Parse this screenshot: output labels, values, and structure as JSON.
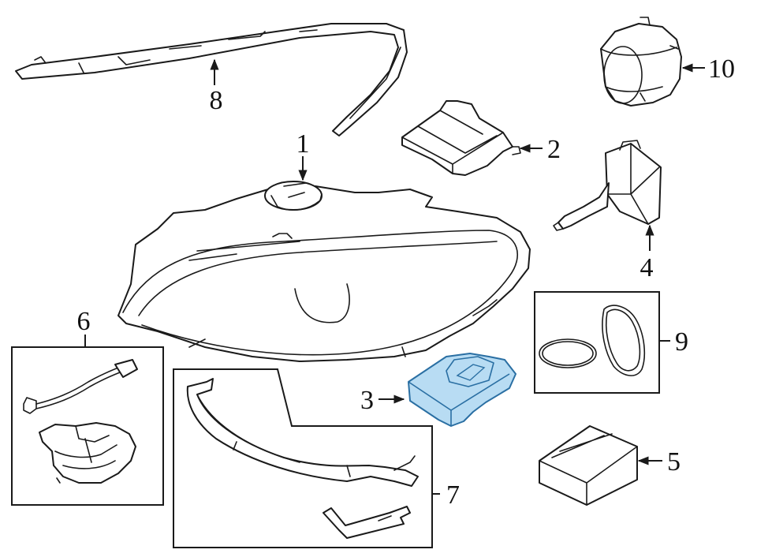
{
  "callouts": [
    {
      "id": "1",
      "label": "1"
    },
    {
      "id": "2",
      "label": "2"
    },
    {
      "id": "3",
      "label": "3"
    },
    {
      "id": "4",
      "label": "4"
    },
    {
      "id": "5",
      "label": "5"
    },
    {
      "id": "6",
      "label": "6"
    },
    {
      "id": "7",
      "label": "7"
    },
    {
      "id": "8",
      "label": "8"
    },
    {
      "id": "9",
      "label": "9"
    },
    {
      "id": "10",
      "label": "10"
    }
  ],
  "colors": {
    "line": "#1a1a1a",
    "highlight_fill": "#b8dcf3",
    "highlight_stroke": "#2a6fa3",
    "background": "#ffffff"
  }
}
